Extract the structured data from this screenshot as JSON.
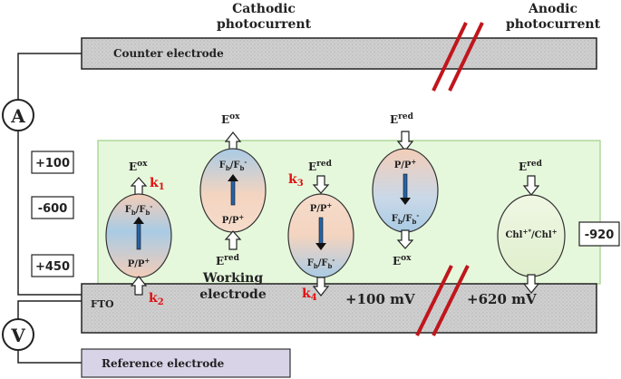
{
  "header": {
    "cathodic_line1": "Cathodic",
    "cathodic_line2": "photocurrent",
    "anodic_line1": "Anodic",
    "anodic_line2": "photocurrent"
  },
  "electrodes": {
    "counter": "Counter electrode",
    "fto": "FTO",
    "reference": "Reference electrode",
    "working_line1": "Working",
    "working_line2": "electrode"
  },
  "meters": {
    "ammeter": "A",
    "voltmeter": "V"
  },
  "potentials": {
    "left": [
      "+100",
      "-600",
      "+450"
    ],
    "right": "-920",
    "bias_cathodic": "+100 mV",
    "bias_anodic": "+620 mV"
  },
  "rate_labels": {
    "k1": "k",
    "k1_sub": "1",
    "k2": "k",
    "k2_sub": "2",
    "k3": "k",
    "k3_sub": "3",
    "k4": "k",
    "k4_sub": "4"
  },
  "ellipses": [
    {
      "top_label": "F",
      "top_sub": "b",
      "top_mid": "/F",
      "top_sub2": "b",
      "top_sup": "-",
      "bottom_label": "P/P",
      "bottom_sup": "+",
      "energy": "E",
      "energy_sup": "ox"
    },
    {
      "top_label": "F",
      "top_sub": "b",
      "top_mid": "/F",
      "top_sub2": "b",
      "top_sup": "-",
      "bottom_label": "P/P",
      "bottom_sup": "+",
      "energy_top": "E",
      "energy_top_sup": "ox",
      "energy_bottom": "E",
      "energy_bottom_sup": "red"
    },
    {
      "top_label": "P/P",
      "top_sup": "+",
      "bottom_label": "F",
      "bottom_sub": "b",
      "bottom_mid": "/F",
      "bottom_sub2": "b",
      "bottom_sup": "-",
      "energy": "E",
      "energy_sup": "red"
    },
    {
      "top_label": "P/P",
      "top_sup": "+",
      "bottom_label": "F",
      "bottom_sub": "b",
      "bottom_mid": "/F",
      "bottom_sub2": "b",
      "bottom_sup": "-",
      "energy_top": "E",
      "energy_top_sup": "red",
      "energy_bottom": "E",
      "energy_bottom_sup": "ox"
    },
    {
      "label": "Chl",
      "label_sup": "+*",
      "label_mid": "/Chl",
      "label_sup2": "+",
      "energy": "E",
      "energy_sup": "red"
    }
  ],
  "colors": {
    "electrode_fill": "#cfcfcf",
    "reference_fill": "#d9d3e8",
    "solution_fill": "#e6f8dc",
    "solution_border": "#9ccf86",
    "break_mark": "#c0161c",
    "rate_text": "#e01010"
  }
}
